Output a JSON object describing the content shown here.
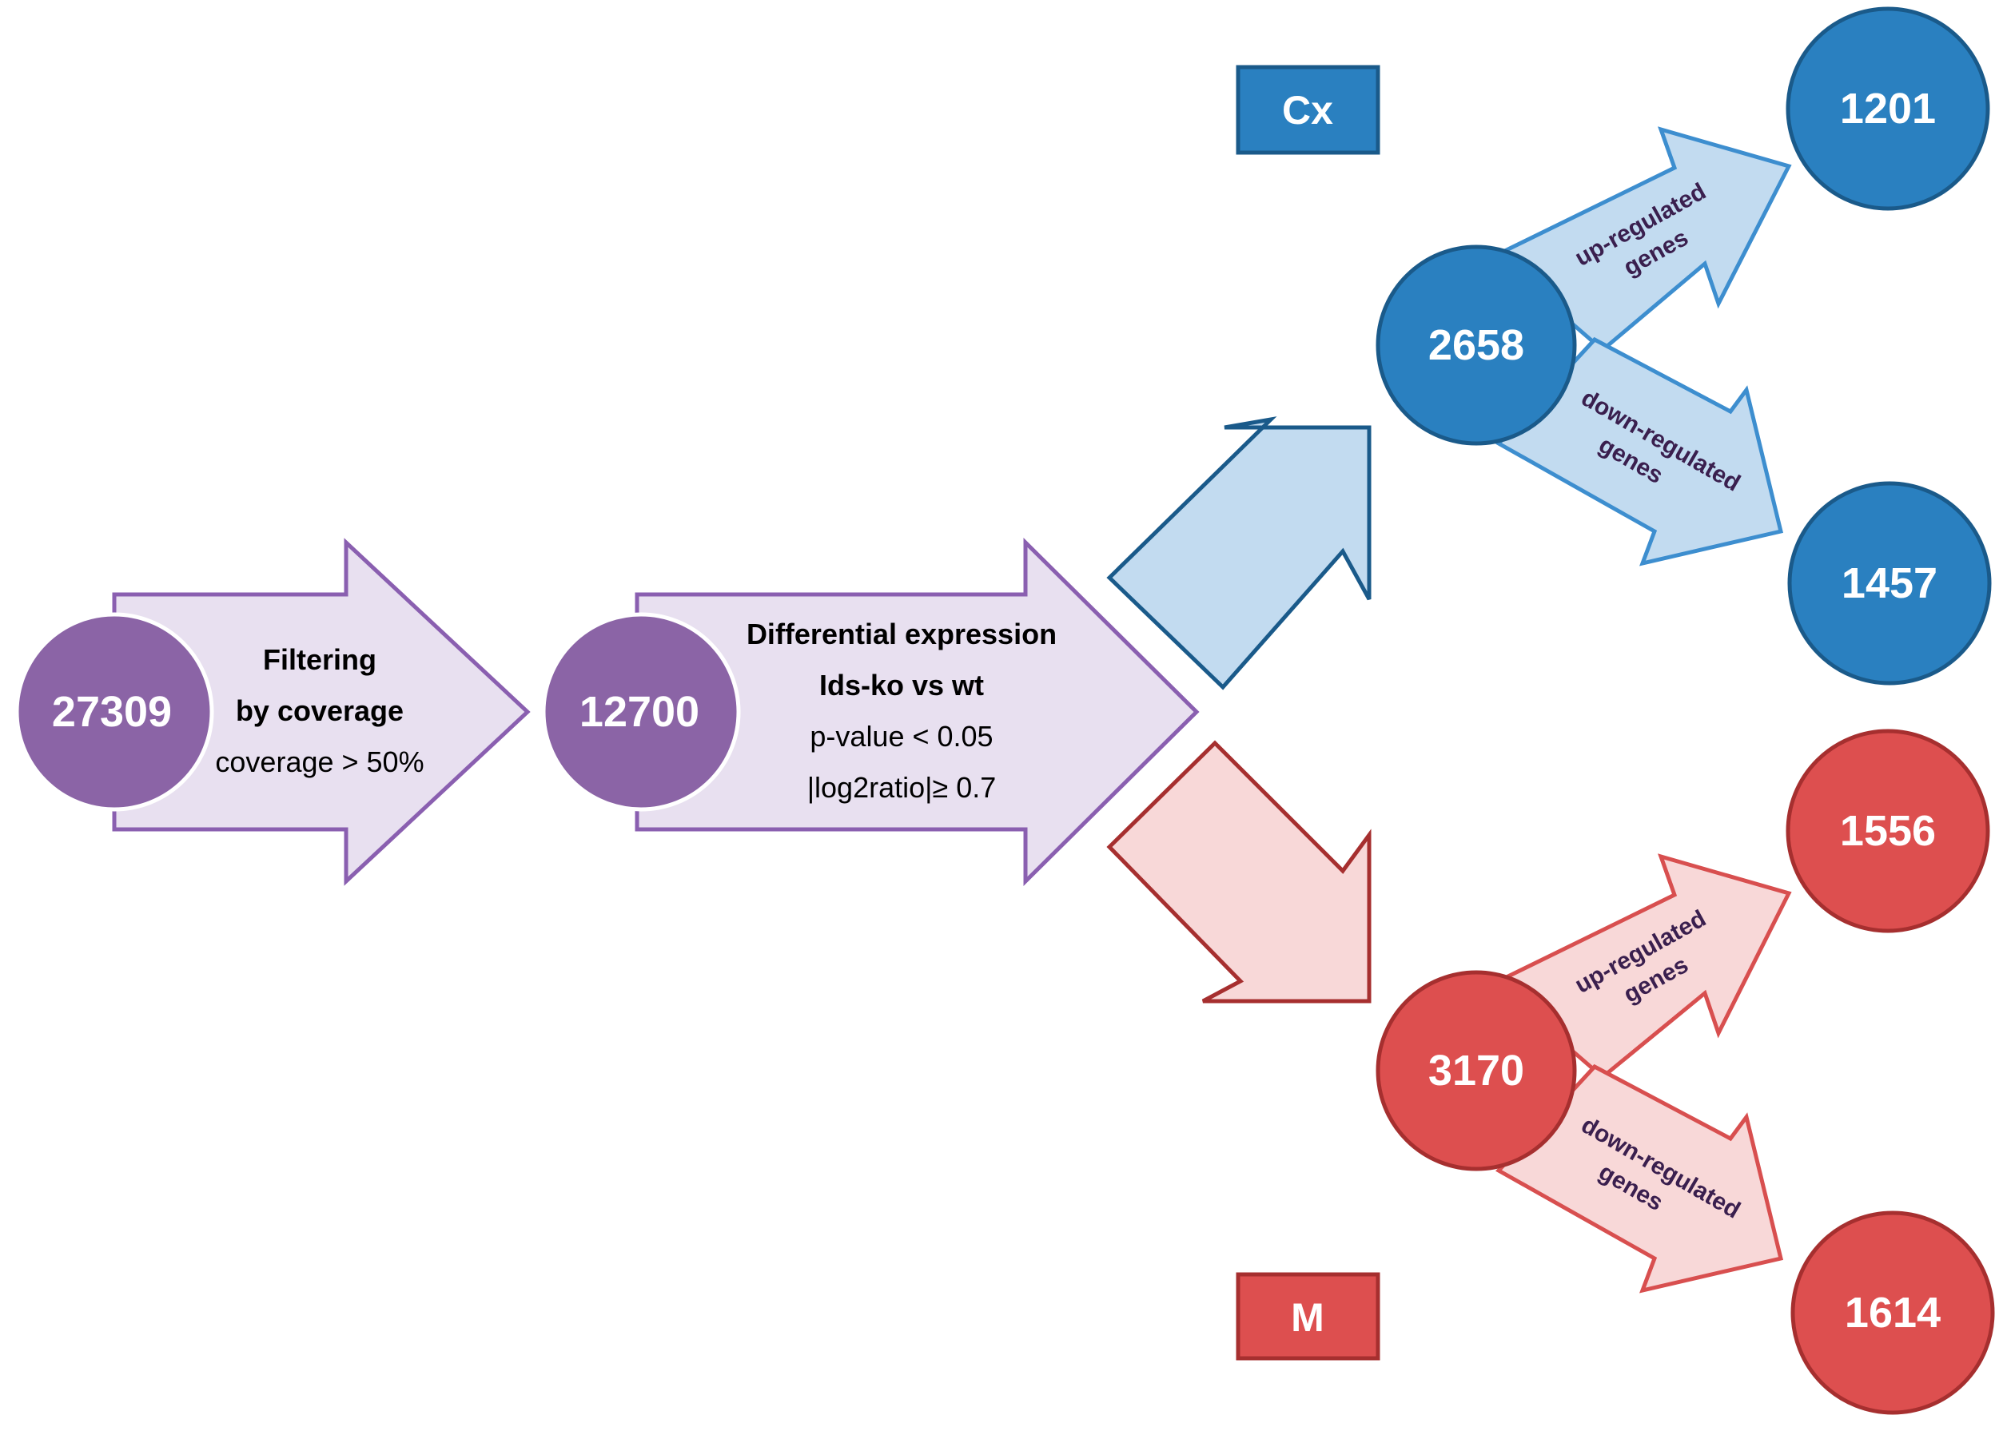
{
  "colors": {
    "purple_fill": "#8b64a6",
    "purple_light": "#e8e0f0",
    "purple_stroke": "#8a5fb0",
    "blue_fill": "#2a80c0",
    "blue_dark": "#1a5a8a",
    "blue_light": "#c2dbf0",
    "blue_stroke": "#3d8ecf",
    "red_fill": "#dd4f4f",
    "red_dark": "#a62f2f",
    "red_light": "#f8d8d8",
    "red_stroke": "#d84f4f"
  },
  "nodes": {
    "total": "27309",
    "filtered": "12700",
    "cx_total": "2658",
    "cx_up": "1201",
    "cx_down": "1457",
    "m_total": "3170",
    "m_up": "1556",
    "m_down": "1614"
  },
  "labels": {
    "cx": "Cx",
    "m": "M"
  },
  "steps": {
    "filtering": {
      "line1": "Filtering",
      "line2": "by coverage",
      "line3": "coverage > 50%"
    },
    "differential": {
      "line1": "Differential expression",
      "line2": "Ids-ko vs wt",
      "line3": "p-value  < 0.05",
      "line4": "|log2ratio|≥ 0.7"
    }
  },
  "arrows": {
    "cx_up": {
      "line1": "up-regulated",
      "line2": "genes"
    },
    "cx_down": {
      "line1": "down-regulated",
      "line2": "genes"
    },
    "m_up": {
      "line1": "up-regulated",
      "line2": "genes"
    },
    "m_down": {
      "line1": "down-regulated",
      "line2": "genes"
    }
  }
}
